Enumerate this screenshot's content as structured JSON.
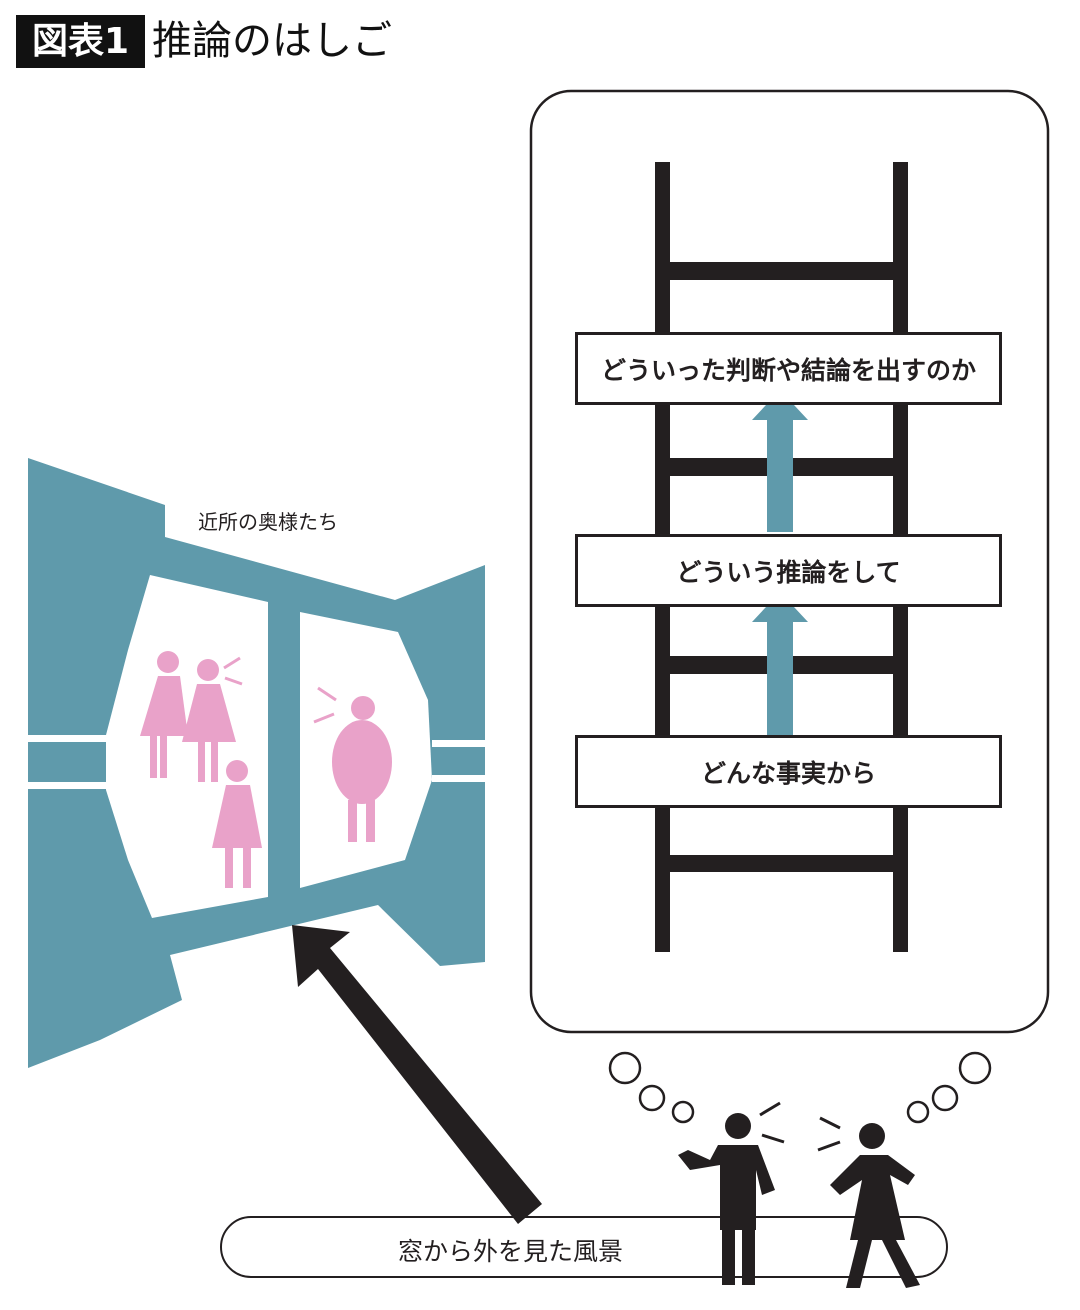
{
  "title": {
    "badge": "図表1",
    "text": "推論のはしご"
  },
  "ladder": {
    "steps": [
      {
        "label": "どういった判断や結論を出すのか"
      },
      {
        "label": "どういう推論をして"
      },
      {
        "label": "どんな事実から"
      }
    ]
  },
  "window": {
    "label": "近所の奥様たち"
  },
  "scene_label": "窓から外を見た風景",
  "colors": {
    "teal": "#5f9aab",
    "pink": "#e9a2c9",
    "black": "#231f20"
  }
}
